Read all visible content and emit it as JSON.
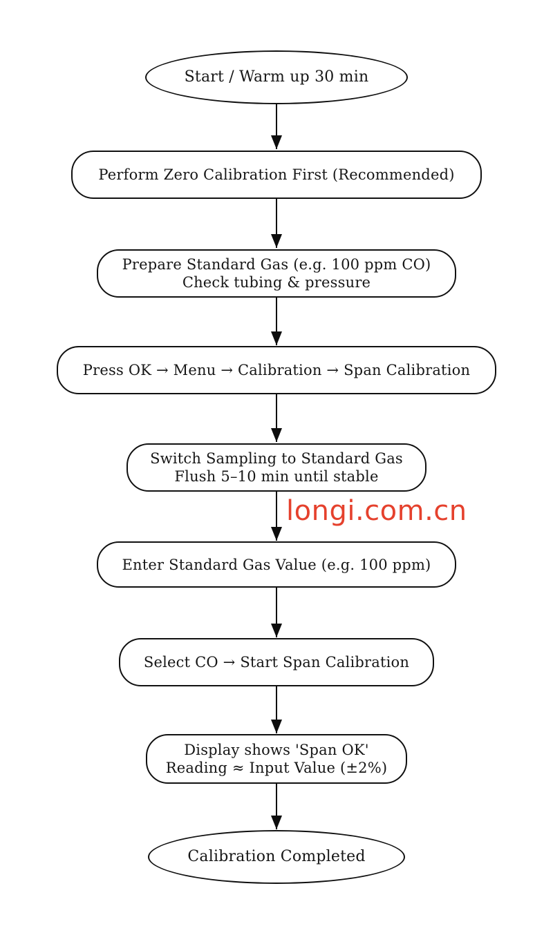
{
  "flowchart": {
    "nodes": [
      {
        "id": "start",
        "type": "terminator",
        "lines": [
          "Start / Warm up 30 min"
        ]
      },
      {
        "id": "zero-calibration",
        "type": "process",
        "lines": [
          "Perform Zero Calibration First (Recommended)"
        ]
      },
      {
        "id": "prepare-gas",
        "type": "process",
        "lines": [
          "Prepare Standard Gas (e.g. 100 ppm CO)",
          "Check tubing & pressure"
        ]
      },
      {
        "id": "menu-path",
        "type": "process",
        "lines": [
          "Press OK → Menu → Calibration → Span Calibration"
        ]
      },
      {
        "id": "switch-sampling",
        "type": "process",
        "lines": [
          "Switch Sampling to Standard Gas",
          "Flush 5–10 min until stable"
        ]
      },
      {
        "id": "enter-value",
        "type": "process",
        "lines": [
          "Enter Standard Gas Value (e.g. 100 ppm)"
        ]
      },
      {
        "id": "select-co",
        "type": "process",
        "lines": [
          "Select CO → Start Span Calibration"
        ]
      },
      {
        "id": "display-ok",
        "type": "process",
        "lines": [
          "Display shows 'Span OK'",
          "Reading ≈ Input Value (±2%)"
        ]
      },
      {
        "id": "completed",
        "type": "terminator",
        "lines": [
          "Calibration Completed"
        ]
      }
    ]
  },
  "watermark": {
    "text": "longi.com.cn",
    "color": "#e5412d"
  }
}
